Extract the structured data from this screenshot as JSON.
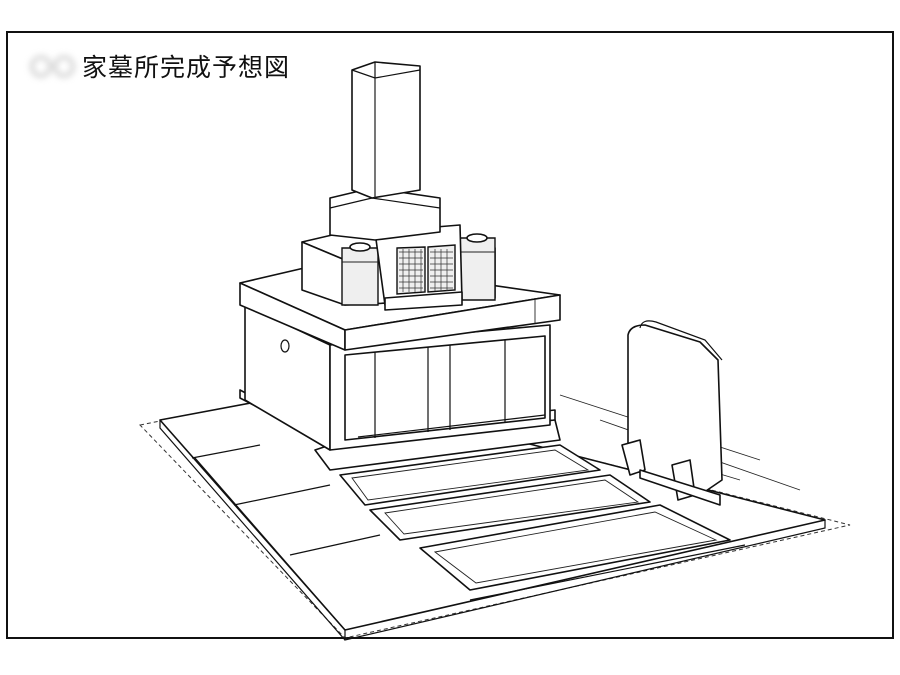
{
  "header": {
    "owner_name": "〇〇",
    "title": "家墓所完成予想図"
  },
  "drawing": {
    "subject": "grave-monument-line-drawing",
    "line_color": "#111111",
    "background": "#ffffff"
  }
}
